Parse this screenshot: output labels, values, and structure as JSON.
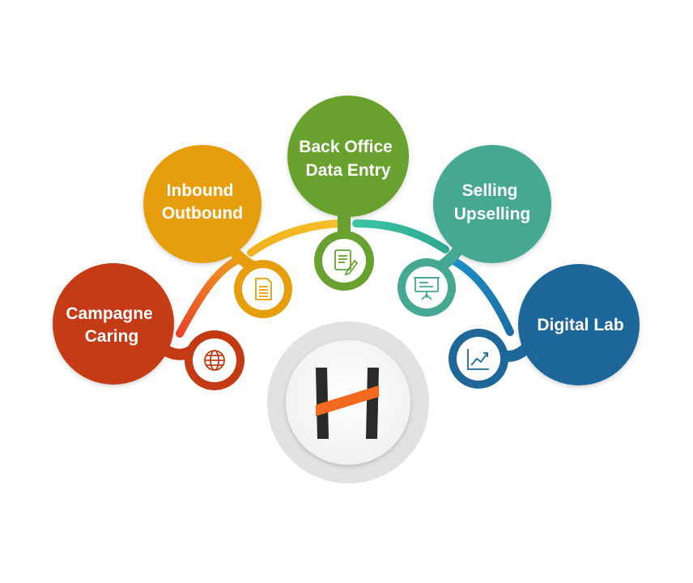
{
  "nodes": [
    {
      "id": "campaign",
      "lines": [
        "Campagne",
        "Caring"
      ],
      "color": "#c43a12",
      "icon": "globe-icon"
    },
    {
      "id": "inbound",
      "lines": [
        "Inbound",
        "Outbound"
      ],
      "color": "#e69e0c",
      "icon": "document-icon"
    },
    {
      "id": "backoffice",
      "lines": [
        "Back Office",
        "Data Entry"
      ],
      "color": "#68a12f",
      "icon": "edit-document-icon"
    },
    {
      "id": "selling",
      "lines": [
        "Selling",
        "Upselling"
      ],
      "color": "#44a893",
      "icon": "presentation-board-icon"
    },
    {
      "id": "digital",
      "lines": [
        "Digital Lab"
      ],
      "color": "#1f6699",
      "icon": "growth-chart-icon"
    }
  ],
  "center_logo": {
    "icon": "h-logo-icon",
    "accent": "#f26a1f",
    "bar_color": "#2a2a2a"
  }
}
